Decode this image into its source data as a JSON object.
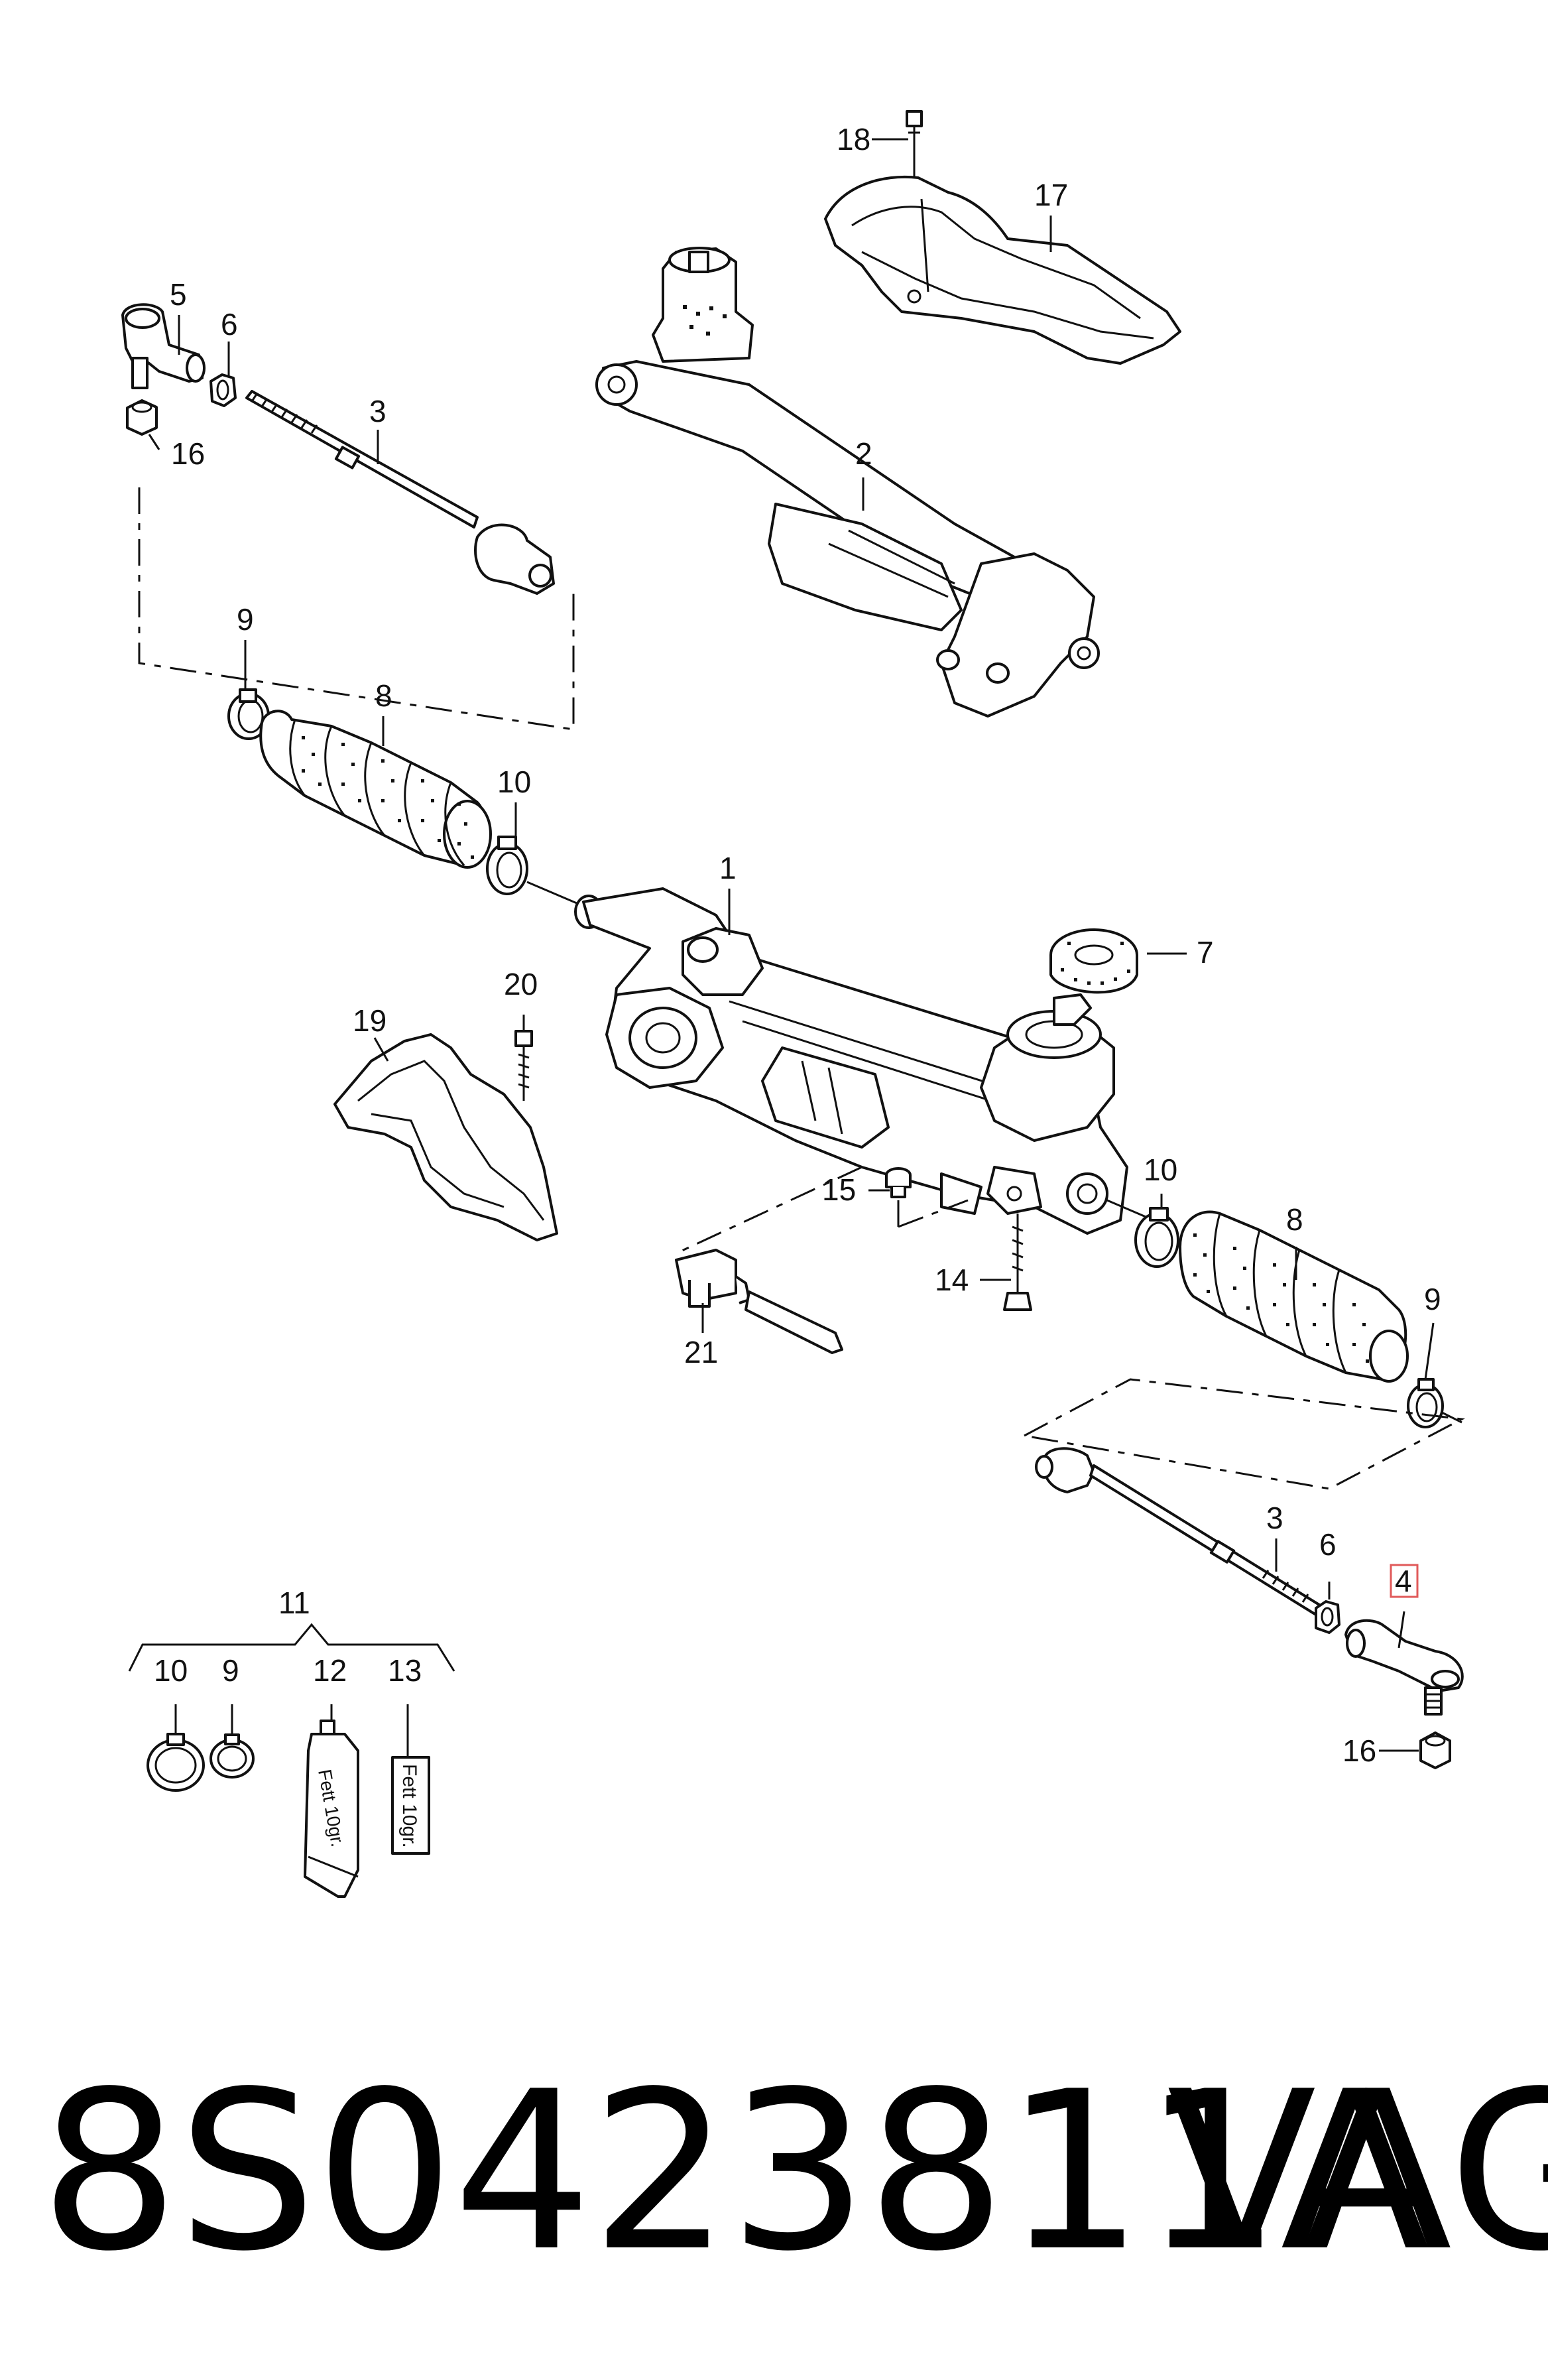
{
  "diagram": {
    "labels": {
      "l1": "1",
      "l2": "2",
      "l3a": "3",
      "l3b": "3",
      "l4": "4",
      "l5": "5",
      "l6a": "6",
      "l6b": "6",
      "l7": "7",
      "l8a": "8",
      "l8b": "8",
      "l9a": "9",
      "l9b": "9",
      "l9c": "9",
      "l10a": "10",
      "l10b": "10",
      "l10c": "10",
      "l11": "11",
      "l12": "12",
      "l13": "13",
      "l14": "14",
      "l15": "15",
      "l16a": "16",
      "l16b": "16",
      "l17": "17",
      "l18": "18",
      "l19": "19",
      "l20": "20",
      "l21": "21"
    },
    "highlighted_part": "4",
    "highlight_color": "#e05a5a",
    "grease_tube_text": "Fett 10gr.",
    "grease_box_text": "Fett 10gr."
  },
  "footer": {
    "part_number": "8S0423811A",
    "brand": "VAG"
  }
}
